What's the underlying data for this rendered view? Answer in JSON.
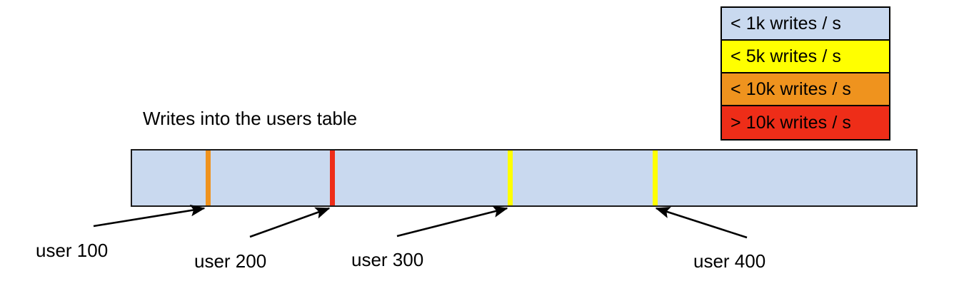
{
  "chart_data": {
    "type": "bar",
    "title": "Writes into the users table",
    "subtitle": "",
    "xlabel": "",
    "ylabel": "",
    "orientation": "horizontal-range-bar",
    "description": "A single horizontal keyspace bar representing the users table, with colored vertical markers indicating write-rate hot spots at specific user boundaries.",
    "base_fill_color": "#c9d9ef",
    "base_category": "< 1k writes / s",
    "categories": [
      "< 1k writes / s",
      "< 5k writes / s",
      "< 10k writes / s",
      "> 10k writes / s"
    ],
    "colors": [
      "#c9d9ef",
      "#ffff00",
      "#ef931e",
      "#ee2d18"
    ],
    "markers": [
      {
        "label": "user 100",
        "color": "#ef931e",
        "category": "< 10k writes / s",
        "position_pct": 9.7
      },
      {
        "label": "user 200",
        "color": "#ee2d18",
        "category": "> 10k writes / s",
        "position_pct": 25.5
      },
      {
        "label": "user 300",
        "color": "#ffff00",
        "category": "< 5k writes / s",
        "position_pct": 48.1
      },
      {
        "label": "user 400",
        "color": "#ffff00",
        "category": "< 5k writes / s",
        "position_pct": 66.5
      }
    ],
    "legend_position": "top-right",
    "grid": false
  },
  "legend": {
    "name": "write-rate-legend",
    "rows": [
      {
        "label": "< 1k writes / s",
        "color": "#c9d9ef"
      },
      {
        "label": "< 5k writes / s",
        "color": "#ffff00"
      },
      {
        "label": "< 10k writes / s",
        "color": "#ef931e"
      },
      {
        "label": "> 10k writes / s",
        "color": "#ee2d18"
      }
    ]
  },
  "diagram": {
    "title": "Writes into the users table",
    "bar": {
      "fill": "#c9d9ef",
      "stroke": "#1a1a1a"
    },
    "markers": [
      {
        "id": "user-100",
        "label": "user 100",
        "color": "#ef931e"
      },
      {
        "id": "user-200",
        "label": "user 200",
        "color": "#ee2d18"
      },
      {
        "id": "user-300",
        "label": "user 300",
        "color": "#ffff00"
      },
      {
        "id": "user-400",
        "label": "user 400",
        "color": "#ffff00"
      }
    ]
  }
}
